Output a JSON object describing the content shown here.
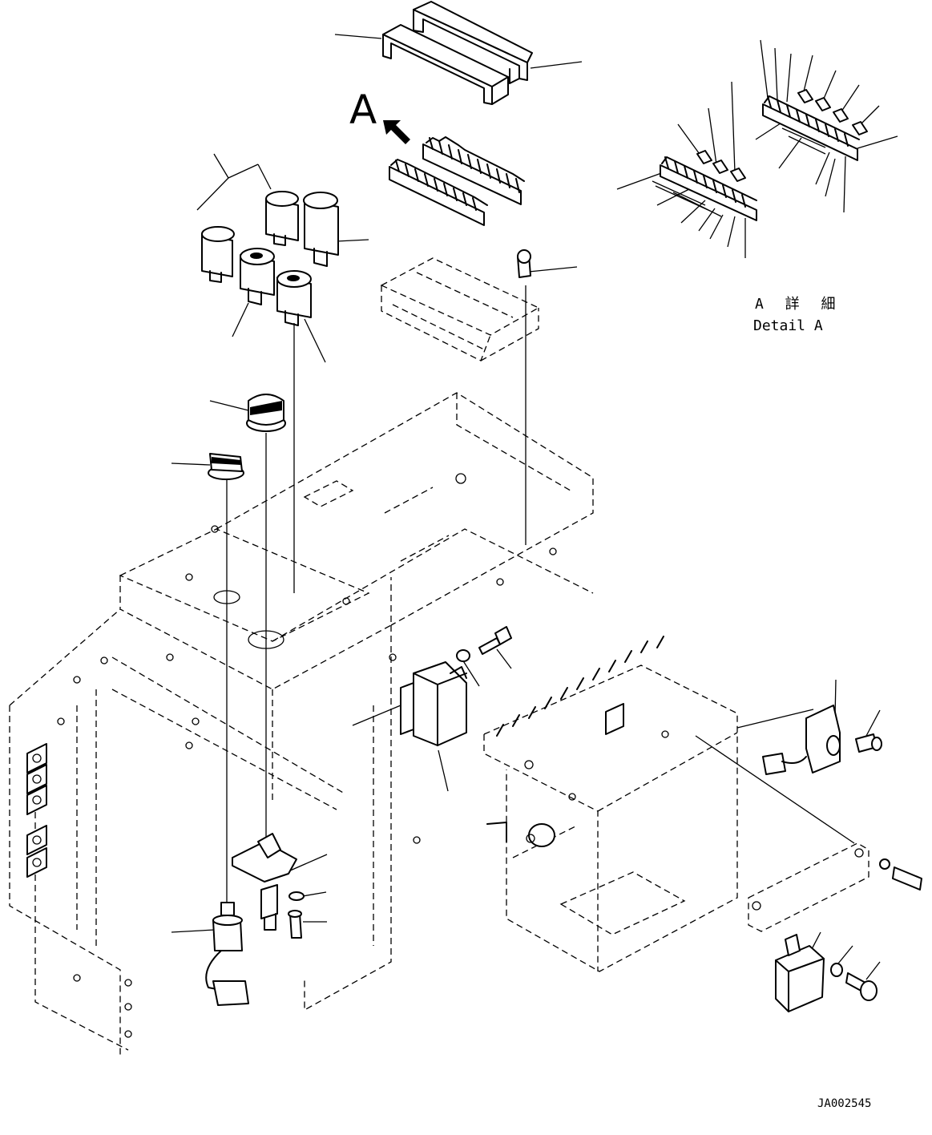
{
  "labels": {
    "view_letter": "A",
    "detail_jp": "A 詳 細",
    "detail_en": "Detail A",
    "drawing_number": "JA002545"
  }
}
